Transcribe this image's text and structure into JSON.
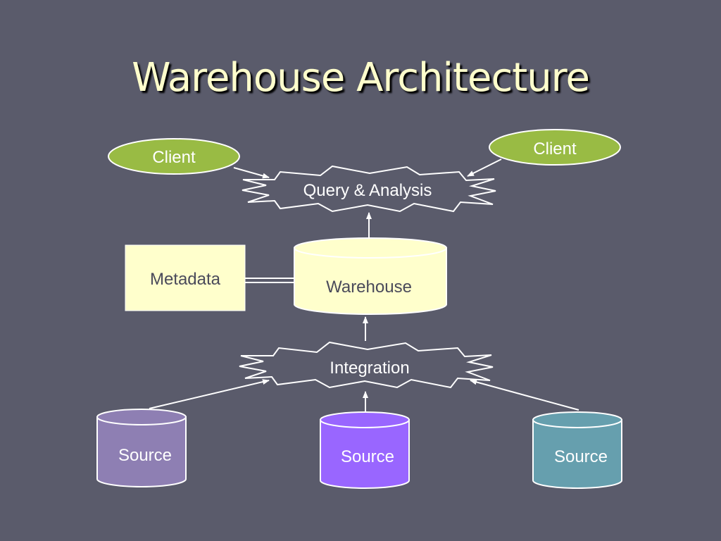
{
  "title": "Warehouse Architecture",
  "nodes": {
    "client_left": "Client",
    "client_right": "Client",
    "query_analysis": "Query & Analysis",
    "warehouse": "Warehouse",
    "metadata": "Metadata",
    "integration": "Integration",
    "source_left": "Source",
    "source_center": "Source",
    "source_right": "Source"
  },
  "colors": {
    "background": "#5a5b6b",
    "title_text": "#ffffcc",
    "client_fill": "#99bb44",
    "cream_fill": "#ffffcc",
    "source_left_fill": "#8e7fb3",
    "source_center_fill": "#9966ff",
    "source_right_fill": "#669fae"
  }
}
